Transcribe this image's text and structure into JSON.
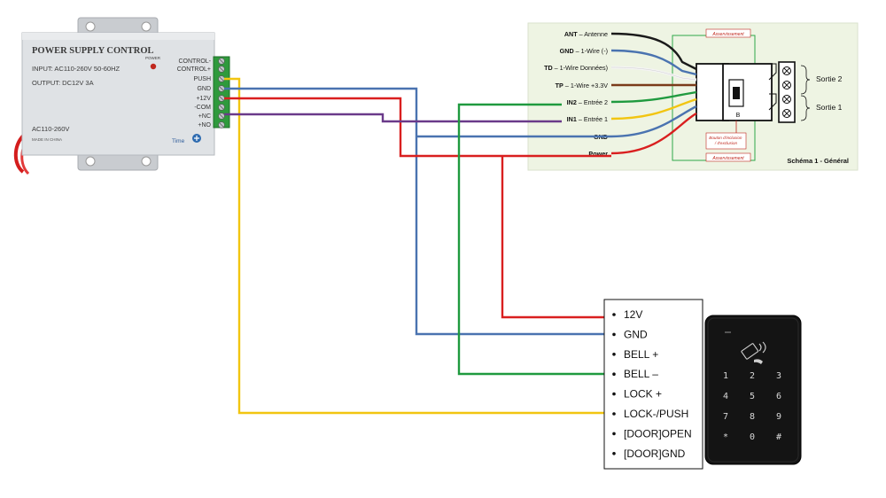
{
  "colors": {
    "wire_black": "#1a1a1a",
    "wire_blue": "#4a73b0",
    "wire_white": "#f4f4f4",
    "wire_brown": "#7a3b1a",
    "wire_green": "#1f9a3f",
    "wire_yellow": "#f2c511",
    "wire_red": "#d91f1f",
    "wire_purple": "#6a3a8a",
    "panel_bg": "#eef4e3",
    "psu_body": "#dfe2e5",
    "terminal_green": "#2f9a3c",
    "label_red": "#c0281e"
  },
  "power_supply": {
    "title": "POWER SUPPLY CONTROL",
    "input": "INPUT: AC110-260V 50-60HZ",
    "output": "OUTPUT: DC12V  3A",
    "power_led_label": "POWER",
    "rating": "AC110-260V",
    "made_in": "MADE IN CHINA",
    "time_label": "Time",
    "terminals": [
      "CONTROL-",
      "CONTROL+",
      "PUSH",
      "GND",
      "+12V",
      "-COM",
      "+NC",
      "+NO"
    ]
  },
  "module_diagram": {
    "caption": "Schéma 1 - Général",
    "servo_label_top": "Asservissement",
    "servo_label_bottom": "Asservissement",
    "button_label": "Bouton d'inclusion / d'exclusion",
    "button_letter": "B",
    "output_2": "Sortie 2",
    "output_1": "Sortie 1",
    "pins": [
      {
        "bold": "ANT",
        "rest": " – Antenne"
      },
      {
        "bold": "GND",
        "rest": " – 1-Wire (-)"
      },
      {
        "bold": "TD",
        "rest": " – 1-Wire Données)"
      },
      {
        "bold": "TP",
        "rest": " – 1-Wire +3.3V"
      },
      {
        "bold": "IN2",
        "rest": " – Entrée 2"
      },
      {
        "bold": "IN1",
        "rest": " – Entrée 1"
      },
      {
        "bold": "GND",
        "rest": ""
      },
      {
        "bold": "Power",
        "rest": ""
      }
    ]
  },
  "keypad_terminals": [
    "12V",
    "GND",
    "BELL +",
    "BELL –",
    "LOCK +",
    "LOCK-/PUSH",
    "[DOOR]OPEN",
    "[DOOR]GND"
  ],
  "keypad": {
    "keys": [
      "1",
      "2",
      "3",
      "4",
      "5",
      "6",
      "7",
      "8",
      "9",
      "*",
      "0",
      "#"
    ]
  }
}
